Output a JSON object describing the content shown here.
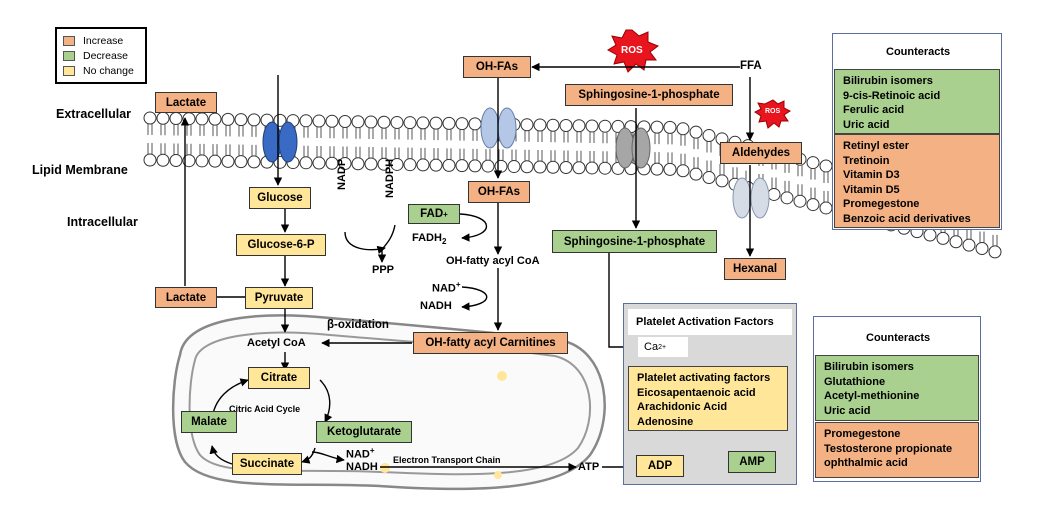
{
  "legend": {
    "increase": "Increase",
    "decrease": "Decrease",
    "no_change": "No change"
  },
  "colors": {
    "increase": "#f4b183",
    "decrease": "#a9d08e",
    "no_change": "#ffe699",
    "ros": "#e8141e",
    "membrane_head": "#ffffff"
  },
  "regions": {
    "extracellular": "Extracellular",
    "lipid_membrane": "Lipid Membrane",
    "intracellular": "Intracellular"
  },
  "nodes": {
    "lactate_top": "Lactate",
    "glucose": "Glucose",
    "glucose6p": "Glucose-6-P",
    "lactate_bottom": "Lactate",
    "pyruvate": "Pyruvate",
    "ohfas_top": "OH-FAs",
    "ohfas_mid": "OH-FAs",
    "fad": "FAD",
    "fad_sup": "+",
    "fadh2": "FADH",
    "fadh2_sub": "2",
    "oh_fatty_acyl_coa": "OH-fatty acyl CoA",
    "nad_top": "NAD",
    "nad_top_sup": "+",
    "nadh_top": "NADH",
    "nadp": "NADP",
    "nadph": "NADPH",
    "ppp": "PPP",
    "beta_oxidation": "β-oxidation",
    "acetyl_coa": "Acetyl CoA",
    "oh_fatty_acyl_carnitines": "OH-fatty acyl Carnitines",
    "citrate": "Citrate",
    "citric_acid_cycle": "Citric Acid Cycle",
    "malate": "Malate",
    "ketoglutarate": "Ketoglutarate",
    "succinate": "Succinate",
    "nad_bottom": "NAD",
    "nad_bottom_sup": "+",
    "nadh_bottom": "NADH",
    "etc": "Electron Transport Chain",
    "atp": "ATP",
    "adp": "ADP",
    "amp": "AMP",
    "ros_top": "ROS",
    "ros_small": "ROS",
    "ffa": "FFA",
    "s1p_top": "Sphingosine-1-phosphate",
    "s1p_bottom": "Sphingosine-1-phosphate",
    "aldehydes": "Aldehydes",
    "hexanal": "Hexanal"
  },
  "platelet_panel": {
    "title": "Platelet Activation Factors",
    "ca": "Ca",
    "ca_sup": "2+",
    "items": [
      "Platelet activating factors",
      "Eicosapentaenoic acid",
      "Arachidonic Acid",
      "Adenosine"
    ]
  },
  "counteracts_top": {
    "ros": "ROS",
    "title": "Counteracts",
    "decrease_items": [
      "Bilirubin isomers",
      "9-cis-Retinoic acid",
      "Ferulic acid",
      "Uric acid"
    ],
    "increase_items": [
      "Retinyl ester",
      "Tretinoin",
      "Vitamin D3",
      "Vitamin D5",
      "Promegestone",
      "Benzoic acid derivatives"
    ]
  },
  "counteracts_bottom": {
    "ros": "ROS",
    "title": "Counteracts",
    "decrease_items": [
      "Bilirubin isomers",
      "Glutathione",
      "Acetyl-methionine",
      "Uric acid"
    ],
    "increase_items": [
      "Promegestone",
      "Testosterone propionate",
      "ophthalmic acid"
    ]
  }
}
